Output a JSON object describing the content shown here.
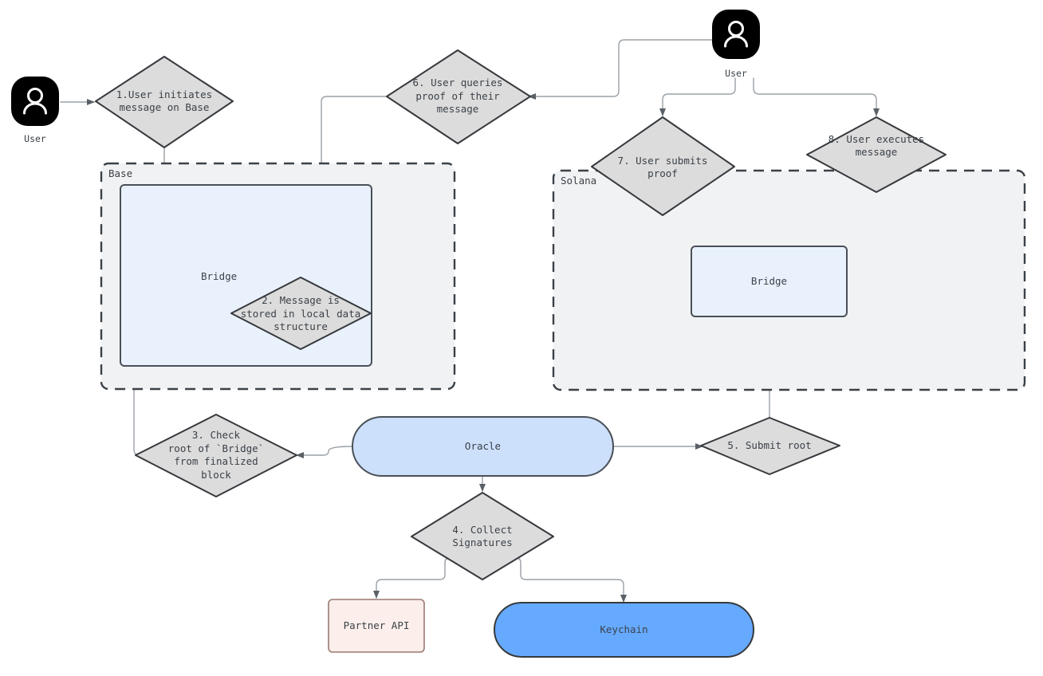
{
  "diagram": {
    "title": "Cross-chain message bridge flow",
    "type": "flowchart",
    "background": "#ffffff"
  },
  "colors": {
    "diamond_fill": "#dcdcdc",
    "diamond_stroke": "#36393d",
    "bridge_fill": "#e9f2fc",
    "bridge_stroke": "#4a5058",
    "oracle_fill": "#cce0fb",
    "oracle_stroke": "#4a5058",
    "keychain_fill": "#66aaff",
    "keychain_stroke": "#36393d",
    "partner_fill": "#fbeeeb",
    "partner_stroke": "#9b7a72",
    "group_fill": "#f1f2f3",
    "group_stroke": "#3b4148",
    "edge_stroke": "#9aa0a6",
    "avatar_fill": "#000000",
    "text": "#3b4148"
  },
  "actors": [
    {
      "id": "user-left",
      "label": "User",
      "icon": "user-avatar-icon"
    },
    {
      "id": "user-right",
      "label": "User",
      "icon": "user-avatar-icon"
    }
  ],
  "groups": [
    {
      "id": "base",
      "label": "Base"
    },
    {
      "id": "solana",
      "label": "Solana"
    }
  ],
  "nodes": [
    {
      "id": "step1",
      "shape": "diamond",
      "label": "1.User initiates\nmessage on Base"
    },
    {
      "id": "step2",
      "shape": "diamond",
      "label": "2. Message is\nstored in local data\nstructure"
    },
    {
      "id": "step3",
      "shape": "diamond",
      "label": "3. Check\nroot of `Bridge`\nfrom finalized\nblock"
    },
    {
      "id": "step4",
      "shape": "diamond",
      "label": "4. Collect\nSignatures"
    },
    {
      "id": "step5",
      "shape": "diamond",
      "label": "5. Submit root"
    },
    {
      "id": "step6",
      "shape": "diamond",
      "label": "6. User queries\nproof of their\nmessage"
    },
    {
      "id": "step7",
      "shape": "diamond",
      "label": "7. User submits\nproof"
    },
    {
      "id": "step8",
      "shape": "diamond",
      "label": "8. User executes\nmessage"
    },
    {
      "id": "bridge-base",
      "shape": "rect",
      "label": "Bridge"
    },
    {
      "id": "bridge-solana",
      "shape": "rect",
      "label": "Bridge"
    },
    {
      "id": "oracle",
      "shape": "pill",
      "label": "Oracle"
    },
    {
      "id": "keychain",
      "shape": "pill",
      "label": "Keychain"
    },
    {
      "id": "partner-api",
      "shape": "rect",
      "label": "Partner API"
    }
  ],
  "edges": [
    {
      "from": "user-left",
      "to": "step1"
    },
    {
      "from": "step1",
      "to": "bridge-base"
    },
    {
      "from": "step6",
      "to": "bridge-base"
    },
    {
      "from": "step3",
      "to": "bridge-base"
    },
    {
      "from": "oracle",
      "to": "step3"
    },
    {
      "from": "oracle",
      "to": "step4"
    },
    {
      "from": "oracle",
      "to": "step5"
    },
    {
      "from": "step4",
      "to": "partner-api"
    },
    {
      "from": "step4",
      "to": "keychain"
    },
    {
      "from": "step5",
      "to": "bridge-solana"
    },
    {
      "from": "user-right",
      "to": "step6"
    },
    {
      "from": "user-right",
      "to": "step7"
    },
    {
      "from": "user-right",
      "to": "step8"
    },
    {
      "from": "step7",
      "to": "bridge-solana"
    },
    {
      "from": "step8",
      "to": "bridge-solana"
    }
  ]
}
